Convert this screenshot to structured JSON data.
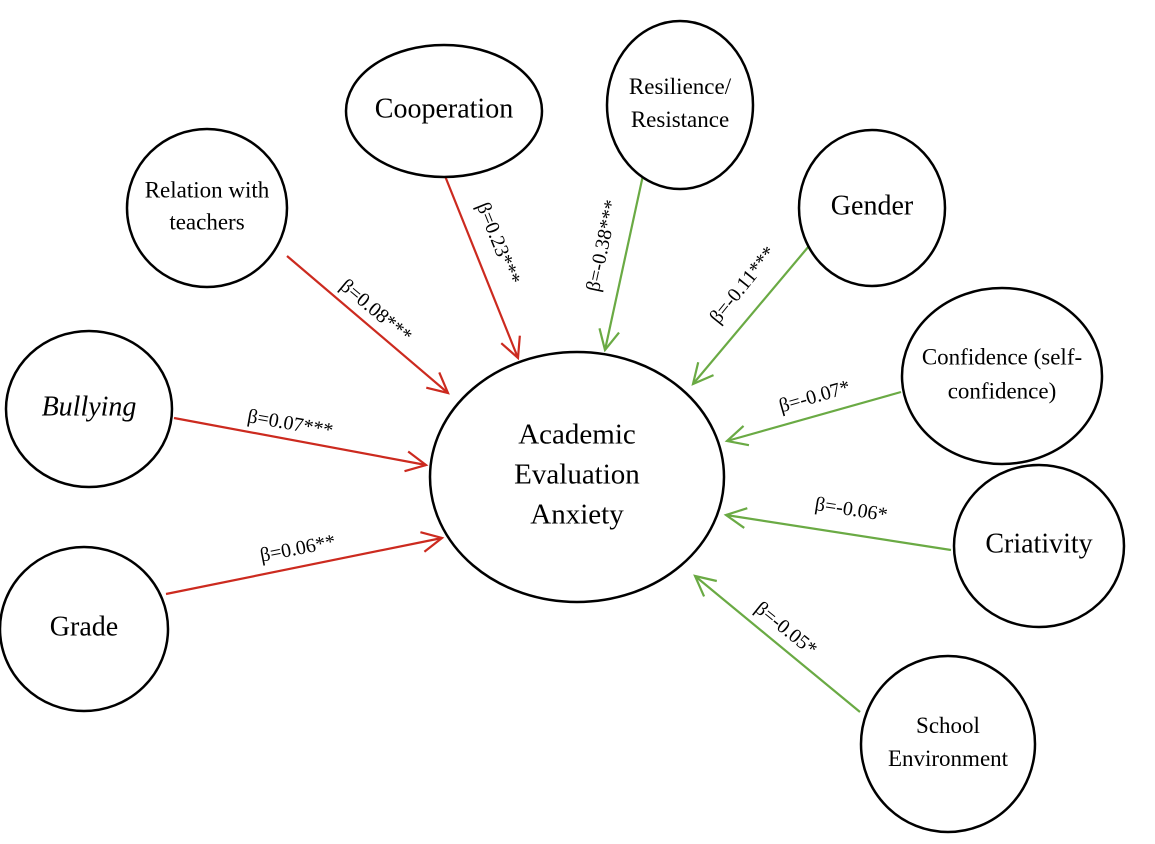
{
  "colors": {
    "positive": "#cc2a1f",
    "negative": "#6aaa44",
    "outline": "#000000"
  },
  "center": {
    "id": "anxiety",
    "lines": [
      "Academic",
      "Evaluation",
      "Anxiety"
    ]
  },
  "nodes": [
    {
      "id": "relation",
      "lines": [
        "Relation with",
        "teachers"
      ],
      "italic": false
    },
    {
      "id": "cooperation",
      "lines": [
        "Cooperation"
      ],
      "italic": false
    },
    {
      "id": "resilience",
      "lines": [
        "Resilience/",
        "Resistance"
      ],
      "italic": false
    },
    {
      "id": "gender",
      "lines": [
        "Gender"
      ],
      "italic": false
    },
    {
      "id": "confidence",
      "lines": [
        "Confidence (self-",
        "confidence)"
      ],
      "italic": false
    },
    {
      "id": "bullying",
      "lines": [
        "Bullying"
      ],
      "italic": true
    },
    {
      "id": "criativity",
      "lines": [
        "Criativity"
      ],
      "italic": false
    },
    {
      "id": "grade",
      "lines": [
        "Grade"
      ],
      "italic": false
    },
    {
      "id": "school",
      "lines": [
        "School",
        "Environment"
      ],
      "italic": false
    }
  ],
  "edges": [
    {
      "from": "relation",
      "label": "β=0.08***",
      "sign": "positive"
    },
    {
      "from": "cooperation",
      "label": "β=0.23***",
      "sign": "positive"
    },
    {
      "from": "resilience",
      "label": "β=-0.38***",
      "sign": "negative"
    },
    {
      "from": "gender",
      "label": "β=-0.11***",
      "sign": "negative"
    },
    {
      "from": "confidence",
      "label": "β=-0.07*",
      "sign": "negative"
    },
    {
      "from": "bullying",
      "label": "β=0.07***",
      "sign": "positive"
    },
    {
      "from": "criativity",
      "label": "β=-0.06*",
      "sign": "negative"
    },
    {
      "from": "grade",
      "label": "β=0.06**",
      "sign": "positive"
    },
    {
      "from": "school",
      "label": "β=-0.05*",
      "sign": "negative"
    }
  ]
}
